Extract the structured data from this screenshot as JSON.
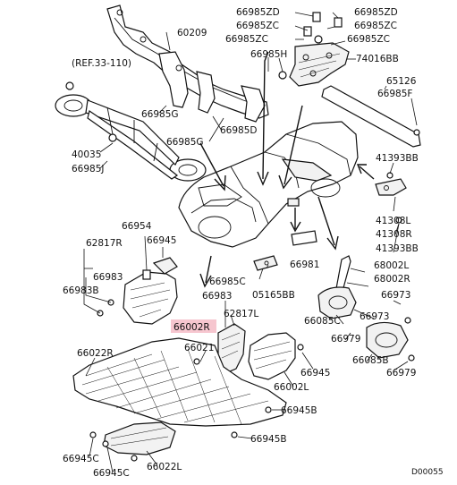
{
  "labels": {
    "p66985zd": "66985ZD",
    "p66985zd_r": "66985ZD",
    "p66985zc_1": "66985ZC",
    "p66985zc_2": "66985ZC",
    "p66985zc_3": "66985ZC",
    "p66985zc_4": "66985ZC",
    "p60209": "60209",
    "p66985h": "66985H",
    "p74016bb": "74016BB",
    "ref": "(REF.33-110)",
    "p65126": "65126",
    "p66985f": "66985F",
    "p66985g_1": "66985G",
    "p66985g_2": "66985G",
    "p66985d": "66985D",
    "p40035": "40035",
    "p66985j": "66985J",
    "p41393bb_1": "41393BB",
    "p41393bb_2": "41393BB",
    "p41308l": "41308L",
    "p41308r": "41308R",
    "p66954": "66954",
    "p62817r": "62817R",
    "p66945_1": "66945",
    "p66983_1": "66983",
    "p66983b": "66983B",
    "p66981": "66981",
    "p68002l": "68002L",
    "p68002r": "68002R",
    "p66985c": "66985C",
    "p05165bb": "05165BB",
    "p66973_1": "66973",
    "p66973_2": "66973",
    "p66983_2": "66983",
    "p62817l": "62817L",
    "p66085c": "66085C",
    "p66002r": "66002R",
    "p66979_1": "66979",
    "p66979_2": "66979",
    "p66021": "66021",
    "p66022r": "66022R",
    "p66945_2": "66945",
    "p66085b": "66085B",
    "p66002l": "66002L",
    "p66945b_1": "66945B",
    "p66945b_2": "66945B",
    "p66945c_1": "66945C",
    "p66945c_2": "66945C",
    "p66022l": "66022L",
    "code": "D00055"
  },
  "colors": {
    "highlight": "#f6c6cf",
    "ink": "#111111",
    "background": "#ffffff"
  }
}
